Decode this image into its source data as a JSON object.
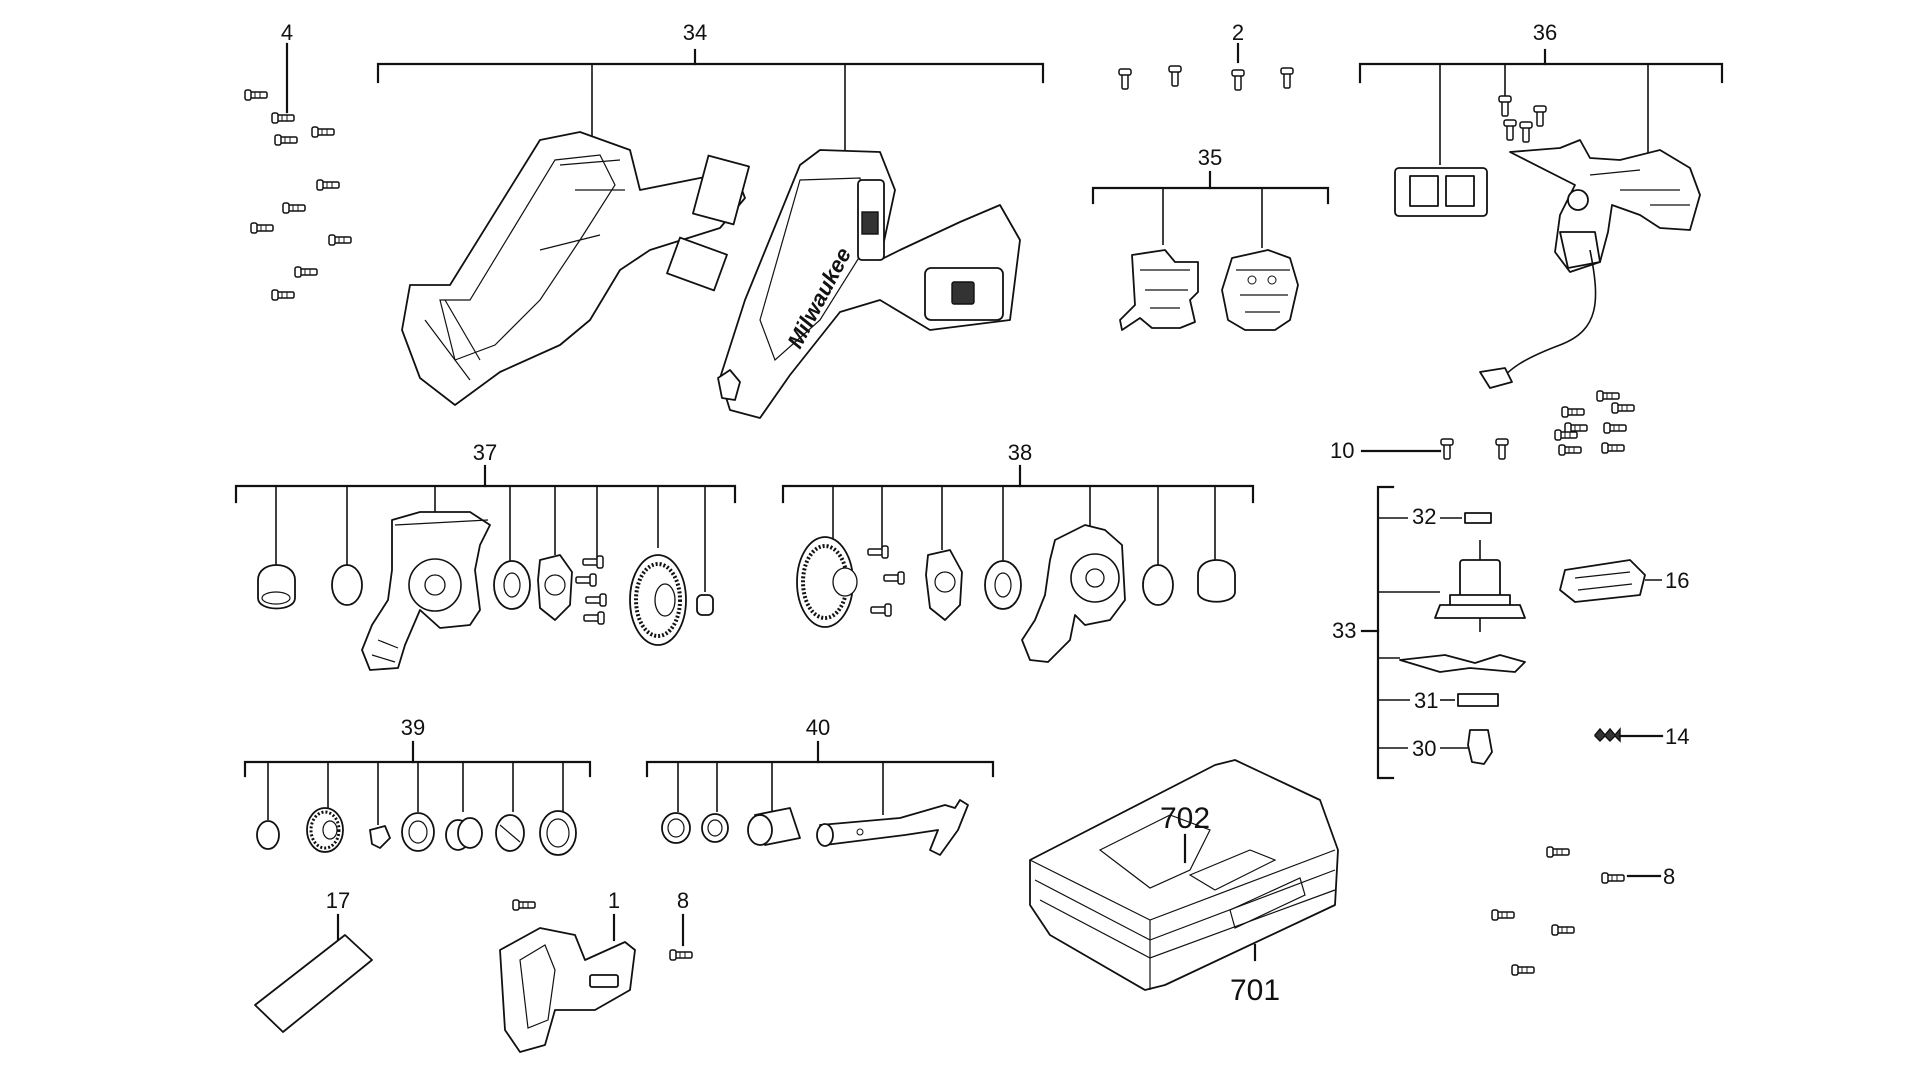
{
  "callouts": {
    "c1": "1",
    "c2": "2",
    "c4": "4",
    "c8a": "8",
    "c8b": "8",
    "c10": "10",
    "c14": "14",
    "c16": "16",
    "c17": "17",
    "c30": "30",
    "c31": "31",
    "c32": "32",
    "c33": "33",
    "c34": "34",
    "c35": "35",
    "c36": "36",
    "c37": "37",
    "c38": "38",
    "c39": "39",
    "c40": "40",
    "c701": "701",
    "c702": "702"
  },
  "housing_brand_text": "Milwaukee"
}
